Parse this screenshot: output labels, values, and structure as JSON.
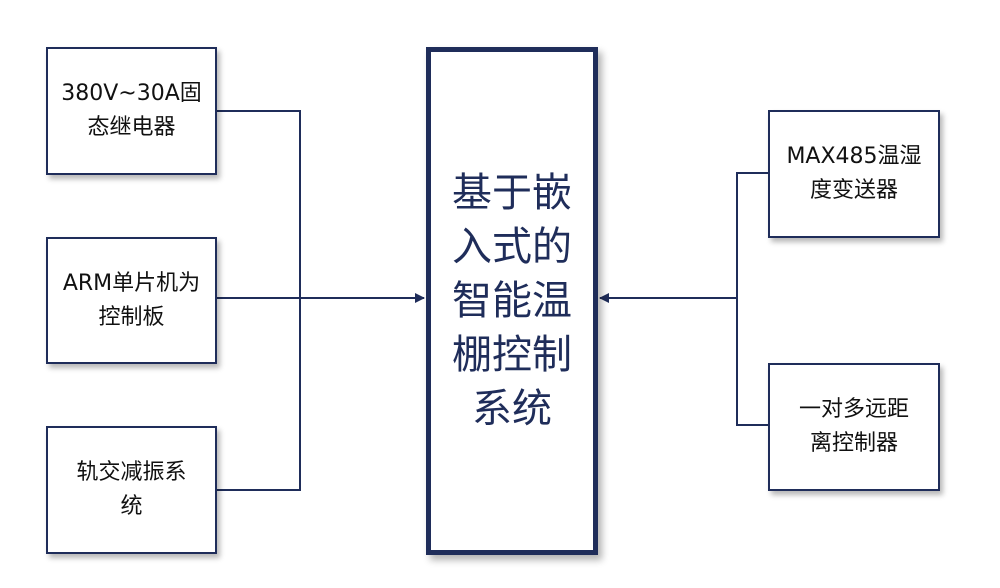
{
  "center": {
    "label": "基于嵌\n入式的\n智能温\n棚控制\n系统"
  },
  "left_blocks": [
    {
      "label": "380V~30A固\n态继电器"
    },
    {
      "label": "ARM单片机为\n控制板"
    },
    {
      "label": "轨交减振系\n统"
    }
  ],
  "right_blocks": [
    {
      "label": "MAX485温湿\n度变送器"
    },
    {
      "label": "一对多远距\n离控制器"
    }
  ],
  "colors": {
    "border": "#1f2d5a",
    "line": "#1f2d5a",
    "center_text": "#1f2d5a"
  }
}
